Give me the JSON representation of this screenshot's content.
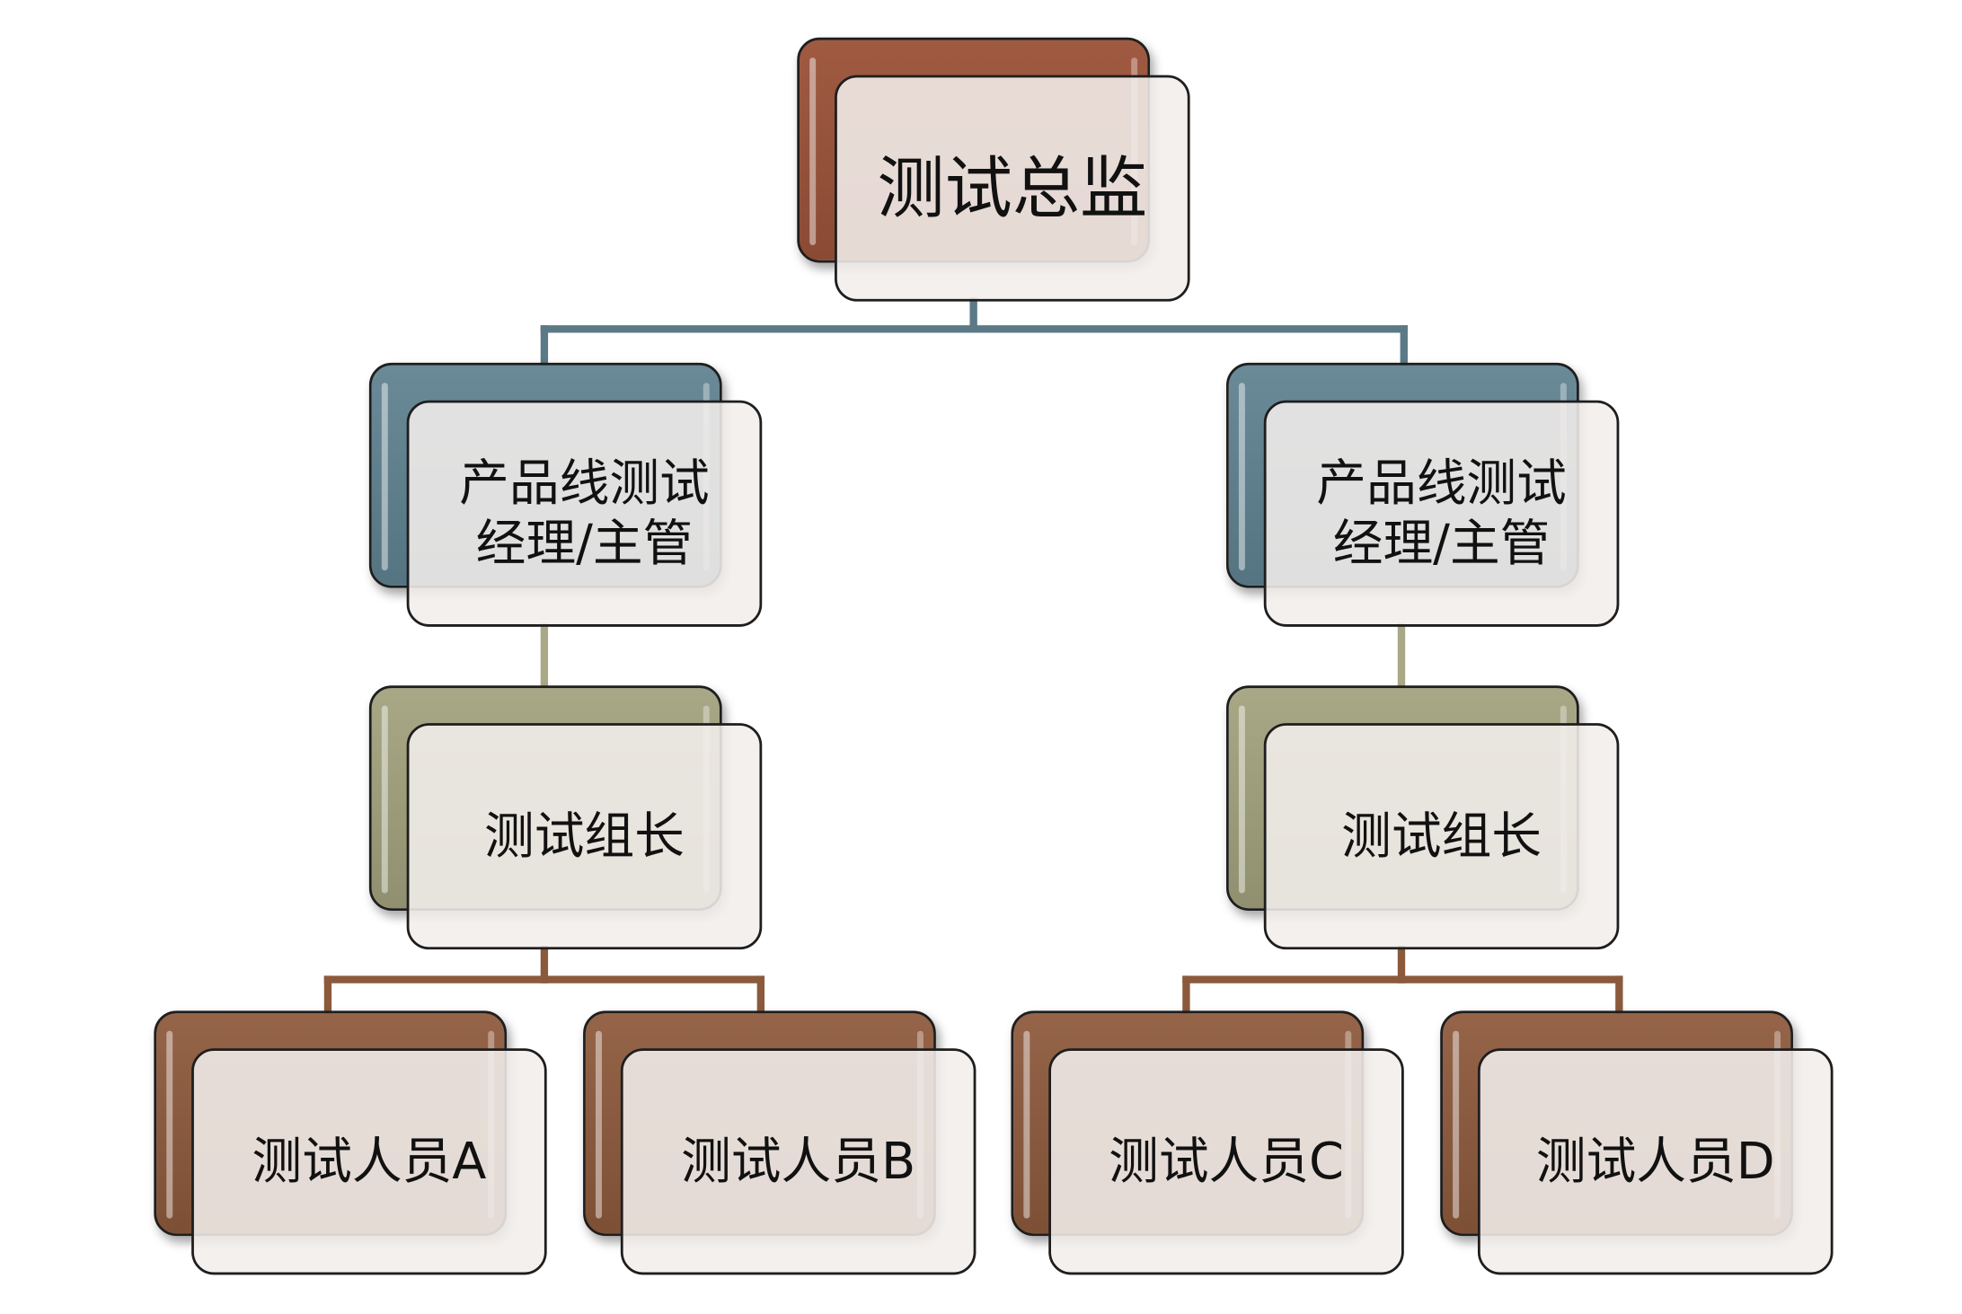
{
  "title": "测试总监",
  "managers": [
    {
      "label": "产品线测试\n经理/主管"
    },
    {
      "label": "产品线测试\n经理/主管"
    }
  ],
  "leads": [
    {
      "label": "测试组长"
    },
    {
      "label": "测试组长"
    }
  ],
  "testers": [
    {
      "label": "测试人员A"
    },
    {
      "label": "测试人员B"
    },
    {
      "label": "测试人员C"
    },
    {
      "label": "测试人员D"
    }
  ],
  "colors": {
    "top": "#93503a",
    "manager": "#5f7f8d",
    "lead": "#9d9d7b",
    "tester": "#8a5b3f",
    "connector_top": "#5b7a86",
    "connector_mid": "#a9a987",
    "connector_bottom": "#8b5a3c"
  }
}
